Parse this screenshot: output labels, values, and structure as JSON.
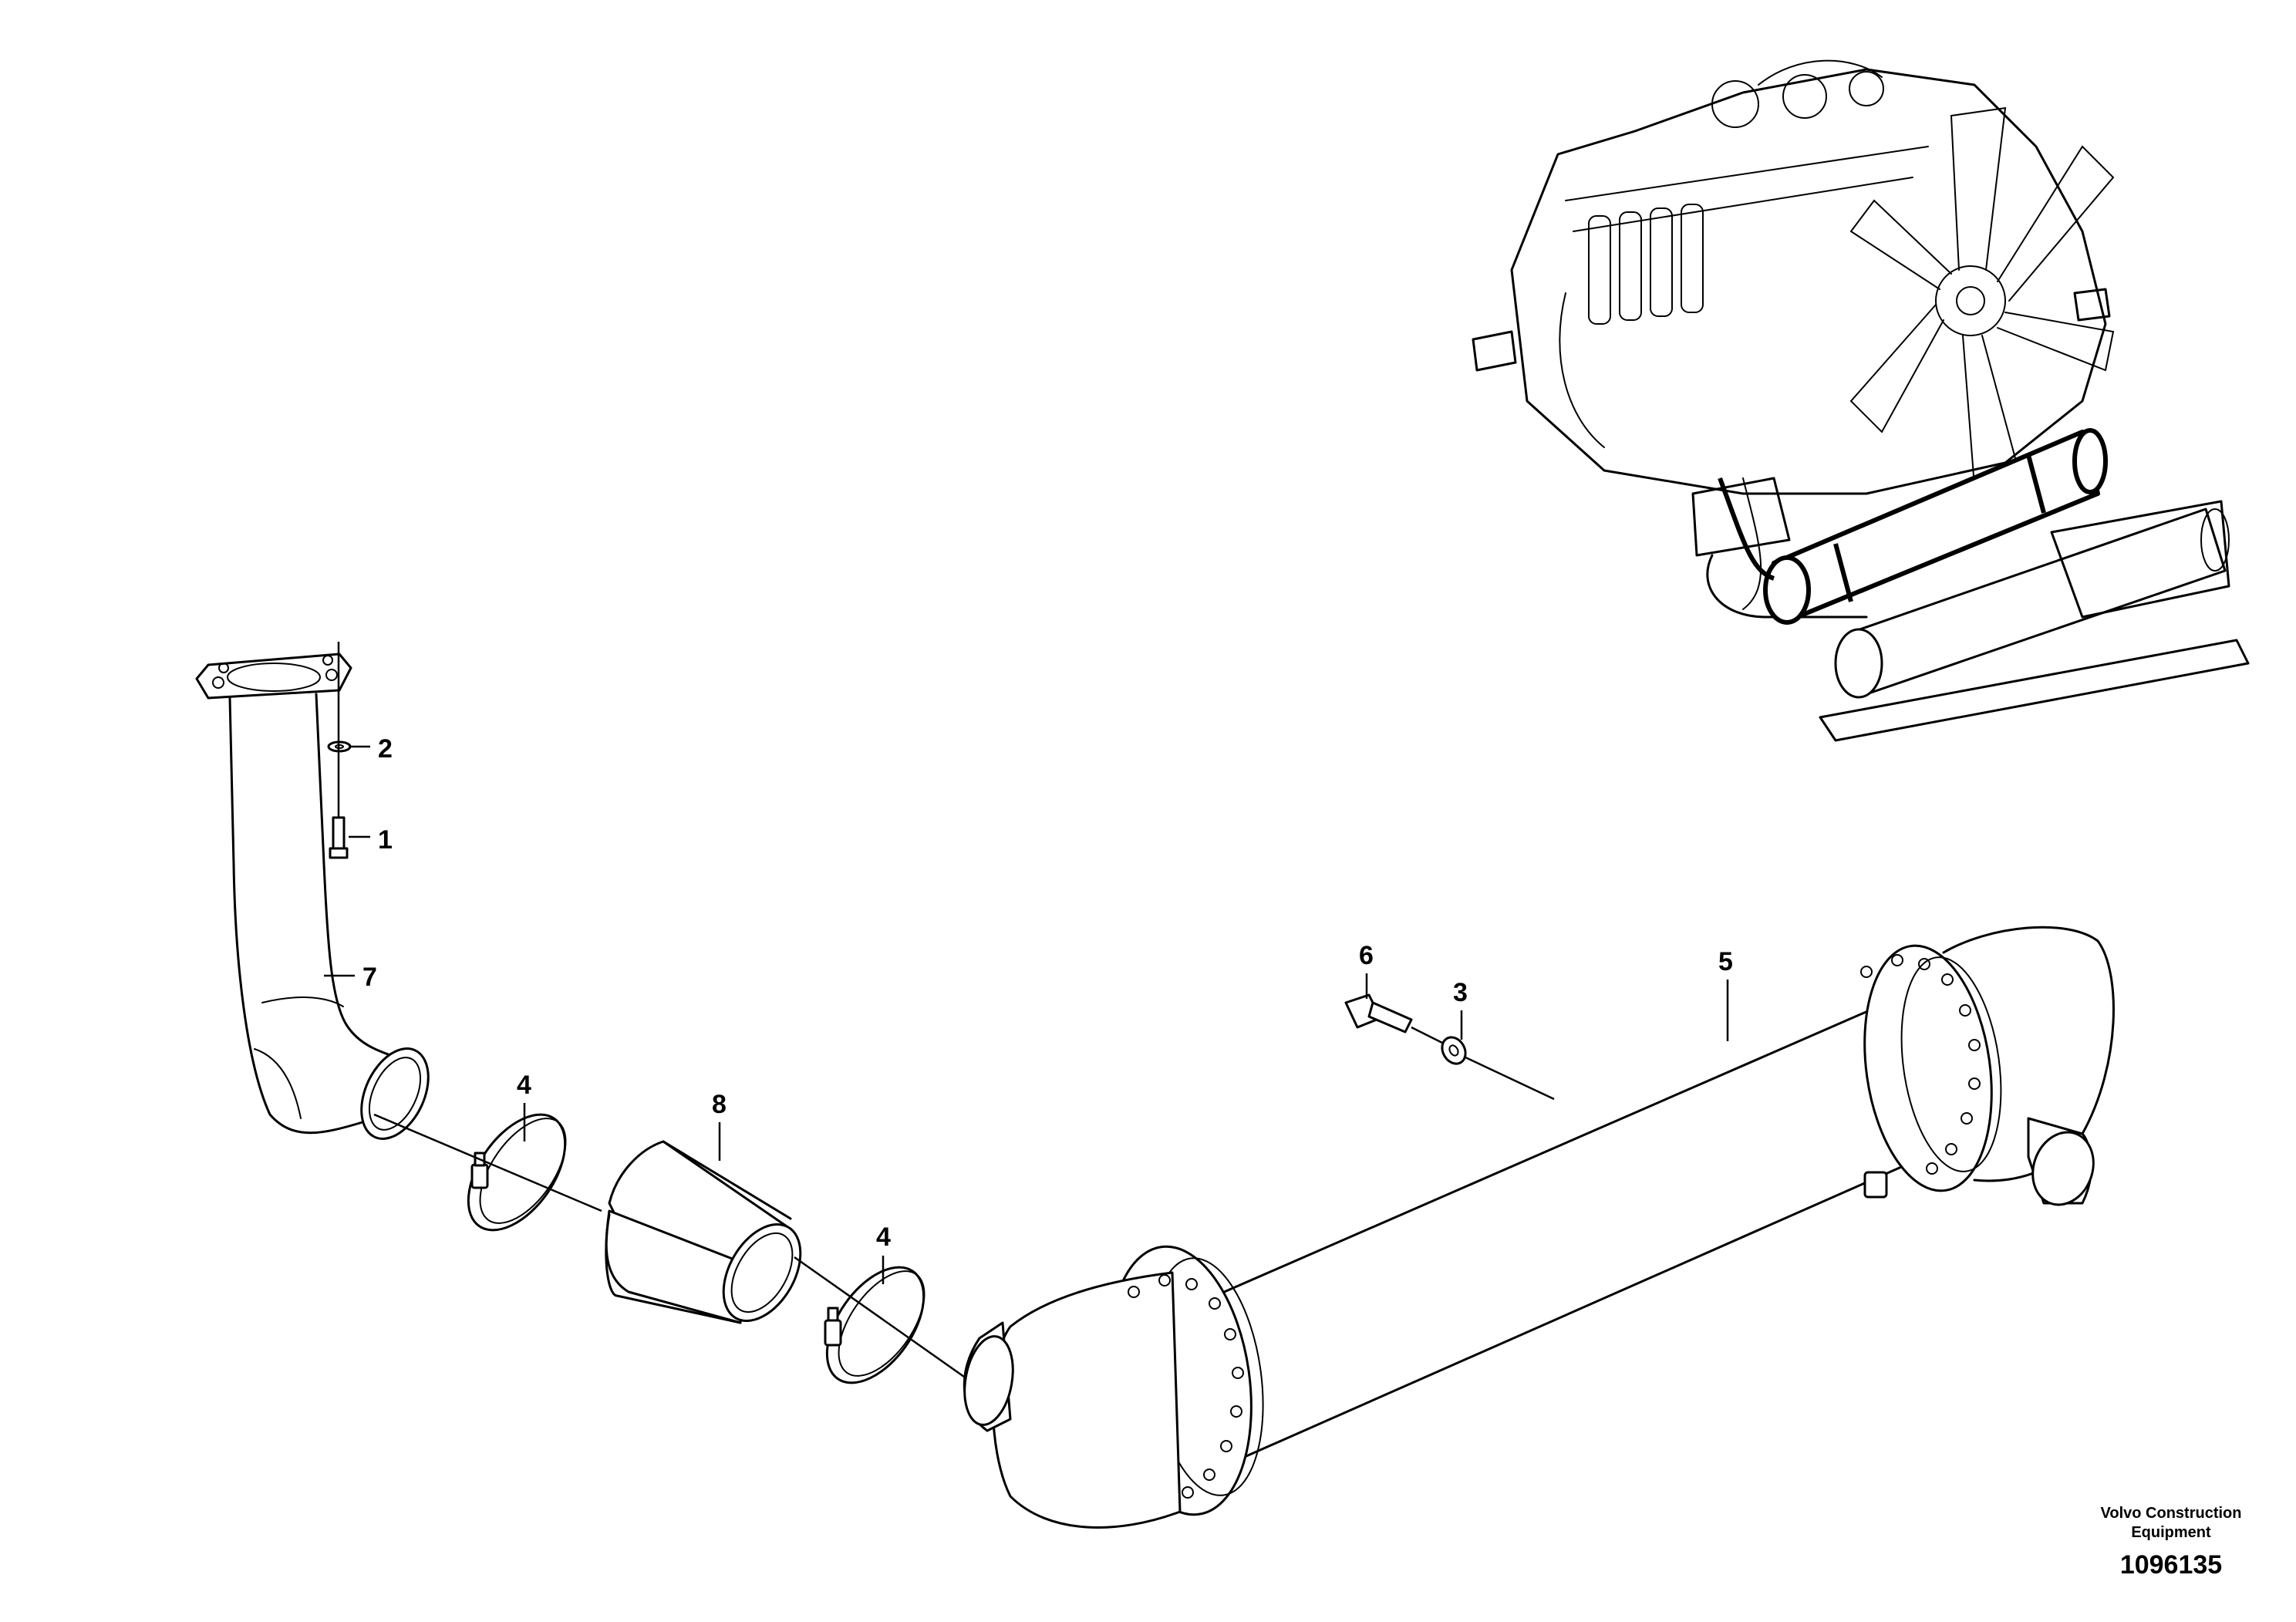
{
  "diagram": {
    "callouts": [
      {
        "id": "c2",
        "label": "2"
      },
      {
        "id": "c1",
        "label": "1"
      },
      {
        "id": "c7",
        "label": "7"
      },
      {
        "id": "c4a",
        "label": "4"
      },
      {
        "id": "c8",
        "label": "8"
      },
      {
        "id": "c4b",
        "label": "4"
      },
      {
        "id": "c6",
        "label": "6"
      },
      {
        "id": "c3",
        "label": "3"
      },
      {
        "id": "c5",
        "label": "5"
      }
    ],
    "brand_line1": "Volvo Construction",
    "brand_line2": "Equipment",
    "document_number": "1096135"
  }
}
